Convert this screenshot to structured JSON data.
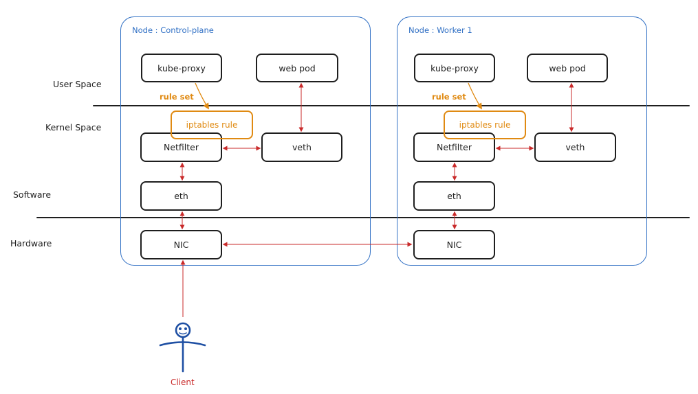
{
  "layers": {
    "user_space": "User Space",
    "kernel_space": "Kernel Space",
    "software": "Software",
    "hardware": "Hardware"
  },
  "nodes": [
    {
      "title": "Node : Control-plane",
      "kube_proxy": "kube-proxy",
      "web_pod": "web pod",
      "rule_set": "rule set",
      "iptables_rule": "iptables rule",
      "netfilter": "Netfilter",
      "veth": "veth",
      "eth": "eth",
      "nic": "NIC"
    },
    {
      "title": "Node : Worker 1",
      "kube_proxy": "kube-proxy",
      "web_pod": "web pod",
      "rule_set": "rule set",
      "iptables_rule": "iptables rule",
      "netfilter": "Netfilter",
      "veth": "veth",
      "eth": "eth",
      "nic": "NIC"
    }
  ],
  "client": {
    "label": "Client"
  },
  "colors": {
    "node_border": "#2f6fc4",
    "arrow": "#c92a2a",
    "rule": "#e08a12",
    "client": "#1e4fa3",
    "line": "#1e1e1e"
  }
}
